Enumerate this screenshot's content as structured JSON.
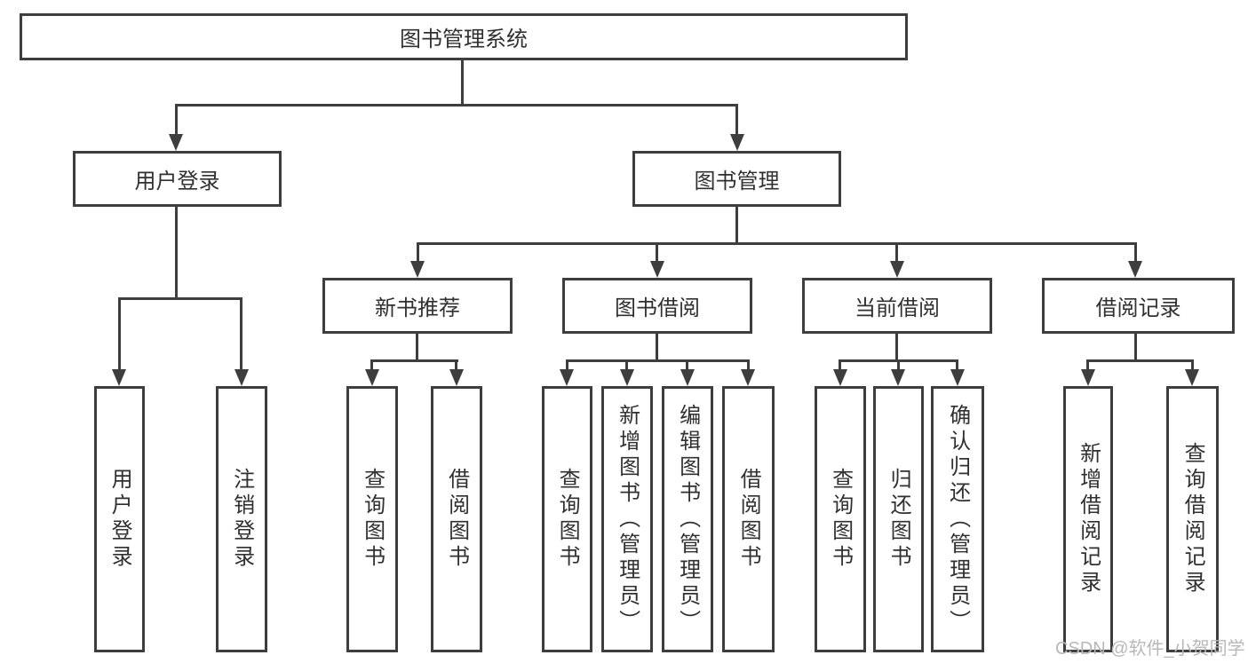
{
  "nodes": {
    "root": "图书管理系统",
    "level2": [
      "用户登录",
      "图书管理"
    ],
    "level3": [
      "新书推荐",
      "图书借阅",
      "当前借阅",
      "借阅记录"
    ],
    "leaves": {
      "user": [
        "用户登录",
        "注销登录"
      ],
      "newbook": [
        "查询图书",
        "借阅图书"
      ],
      "bookBorrow": [
        "查询图书",
        "新增图书（管理员）",
        "编辑图书（管理员）",
        "借阅图书"
      ],
      "currentBorrow": [
        "查询图书",
        "归还图书",
        "确认归还（管理员）"
      ],
      "borrowRecords": [
        "新增借阅记录",
        "查询借阅记录"
      ]
    }
  },
  "watermark": {
    "text": "CSDN @软件_小贺同学"
  },
  "colors": {
    "line": "#3e3e3e",
    "text": "#303030",
    "background": "#ffffff",
    "watermark": "#b8b8b8"
  }
}
